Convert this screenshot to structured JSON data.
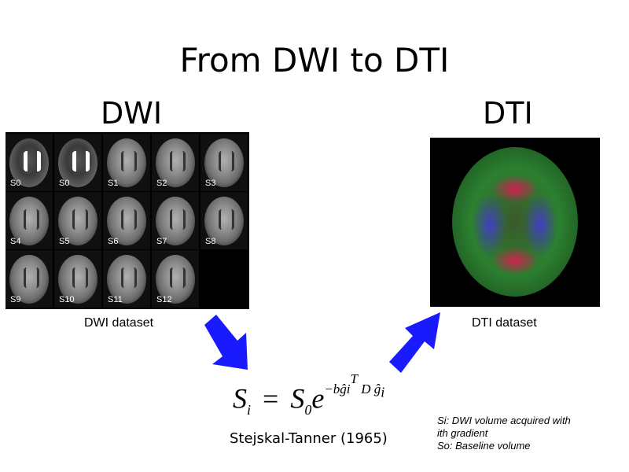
{
  "title": "From DWI to DTI",
  "dwi": {
    "heading": "DWI",
    "caption": "DWI dataset",
    "tiles": [
      {
        "label": "S0",
        "bright": true
      },
      {
        "label": "S0",
        "bright": true
      },
      {
        "label": "S1",
        "bright": false
      },
      {
        "label": "S2",
        "bright": false
      },
      {
        "label": "S3",
        "bright": false
      },
      {
        "label": "S4",
        "bright": false
      },
      {
        "label": "S5",
        "bright": false
      },
      {
        "label": "S6",
        "bright": false
      },
      {
        "label": "S7",
        "bright": false
      },
      {
        "label": "S8",
        "bright": false
      },
      {
        "label": "S9",
        "bright": false
      },
      {
        "label": "S10",
        "bright": false
      },
      {
        "label": "S11",
        "bright": false
      },
      {
        "label": "S12",
        "bright": false
      }
    ]
  },
  "dti": {
    "heading": "DTI",
    "caption": "DTI dataset"
  },
  "formula": {
    "lhs": "S",
    "lhs_sub": "i",
    "equals": "=",
    "rhs": "S",
    "rhs_sub": "0",
    "base": "e",
    "exponent": "−bĝi<sup>T</sup> D ĝ<sub>i</sub>"
  },
  "citation": "Stejskal-Tanner (1965)",
  "legend": [
    "Si: DWI volume acquired with",
    "ith gradient",
    "So: Baseline volume"
  ],
  "colors": {
    "arrow": "#1a1aff"
  }
}
